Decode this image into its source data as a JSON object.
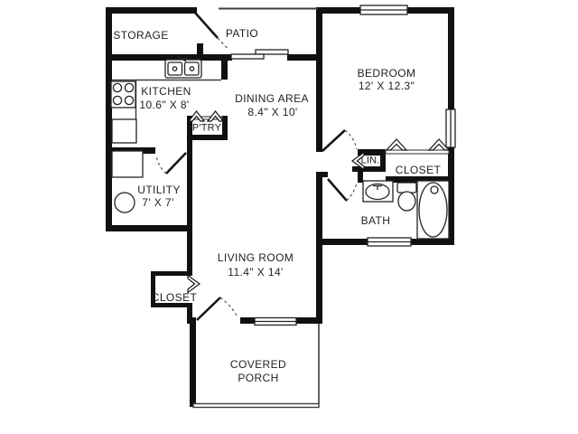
{
  "plan": {
    "title": "Two bedroom apartment floor plan",
    "rooms": {
      "storage": {
        "label": "STORAGE"
      },
      "patio": {
        "label": "PATIO"
      },
      "kitchen": {
        "label": "KITCHEN",
        "dims": "10.6\" X 8'"
      },
      "dining": {
        "label": "DINING AREA",
        "dims": "8.4\" X 10'"
      },
      "pantry": {
        "label": "P'TRY"
      },
      "bedroom": {
        "label": "BEDROOM",
        "dims": "12' X 12.3\""
      },
      "linen": {
        "label": "LIN."
      },
      "bedroom_closet": {
        "label": "CLOSET"
      },
      "bath": {
        "label": "BATH"
      },
      "utility": {
        "label": "UTILITY",
        "dims": "7' X 7'"
      },
      "living": {
        "label": "LIVING ROOM",
        "dims": "11.4\" X 14'"
      },
      "living_closet": {
        "label": "CLOSET"
      },
      "porch": {
        "label_line1": "COVERED",
        "label_line2": "PORCH"
      }
    },
    "fixtures": [
      "kitchen-sink",
      "stove",
      "refrigerator",
      "washer-dryer",
      "water-heater",
      "vanity-sink",
      "toilet",
      "bathtub"
    ],
    "colors": {
      "wall": "#111111",
      "thin_line": "#3d3d3d",
      "text": "#1f1f1f",
      "background": "#ffffff"
    }
  }
}
